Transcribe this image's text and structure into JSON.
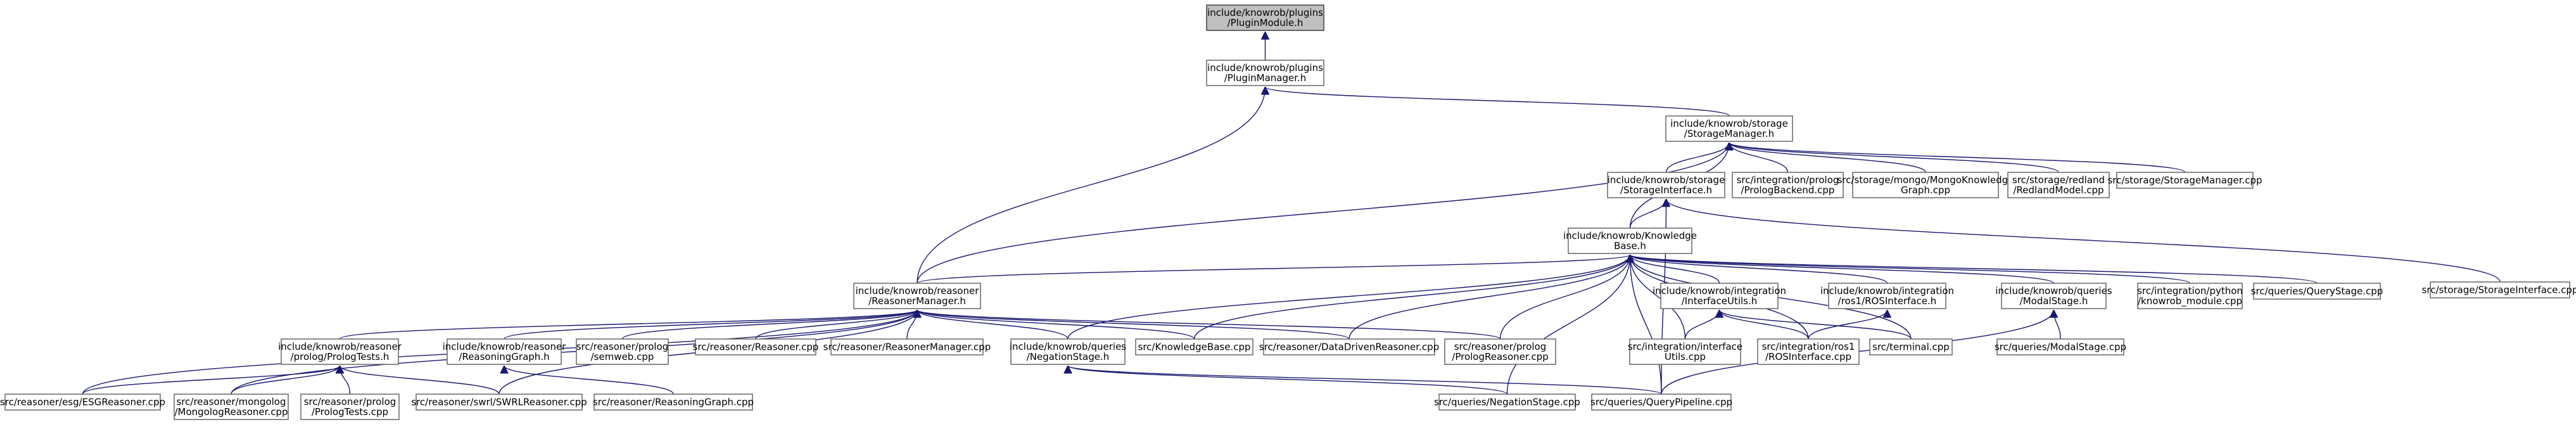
{
  "diagram": {
    "edge_color": "#191970",
    "root_fill": "#bfbfbf",
    "node_fill": "#ffffff",
    "nodes": [
      {
        "id": "pluginmodule",
        "lines": [
          "include/knowrob/plugins",
          "/PluginModule.h"
        ],
        "root": true
      },
      {
        "id": "pluginmanager",
        "lines": [
          "include/knowrob/plugins",
          "/PluginManager.h"
        ]
      },
      {
        "id": "storagemanager_h",
        "lines": [
          "include/knowrob/storage",
          "/StorageManager.h"
        ]
      },
      {
        "id": "storageinterface_h",
        "lines": [
          "include/knowrob/storage",
          "/StorageInterface.h"
        ]
      },
      {
        "id": "prologbackend",
        "lines": [
          "src/integration/prolog",
          "/PrologBackend.cpp"
        ]
      },
      {
        "id": "mongoknowledgegraph",
        "lines": [
          "src/storage/mongo/MongoKnowledge",
          "Graph.cpp"
        ]
      },
      {
        "id": "redlandmodel",
        "lines": [
          "src/storage/redland",
          "/RedlandModel.cpp"
        ]
      },
      {
        "id": "storagemanager_cpp",
        "lines": [
          "src/storage/StorageManager.cpp"
        ]
      },
      {
        "id": "storageinterface_cpp",
        "lines": [
          "src/storage/StorageInterface.cpp"
        ]
      },
      {
        "id": "knowledgebase_h",
        "lines": [
          "include/knowrob/Knowledge",
          "Base.h"
        ]
      },
      {
        "id": "reasonermanager_h",
        "lines": [
          "include/knowrob/reasoner",
          "/ReasonerManager.h"
        ]
      },
      {
        "id": "interfaceutils_h",
        "lines": [
          "include/knowrob/integration",
          "/InterfaceUtils.h"
        ]
      },
      {
        "id": "rosinterface_h",
        "lines": [
          "include/knowrob/integration",
          "/ros1/ROSInterface.h"
        ]
      },
      {
        "id": "modalstage_h",
        "lines": [
          "include/knowrob/queries",
          "/ModalStage.h"
        ]
      },
      {
        "id": "knowrob_module",
        "lines": [
          "src/integration/python",
          "/knowrob_module.cpp"
        ]
      },
      {
        "id": "querystage_cpp",
        "lines": [
          "src/queries/QueryStage.cpp"
        ]
      },
      {
        "id": "prologtests_h",
        "lines": [
          "include/knowrob/reasoner",
          "/prolog/PrologTests.h"
        ]
      },
      {
        "id": "reasoninggraph_h",
        "lines": [
          "include/knowrob/reasoner",
          "/ReasoningGraph.h"
        ]
      },
      {
        "id": "semweb",
        "lines": [
          "src/reasoner/prolog",
          "/semweb.cpp"
        ]
      },
      {
        "id": "reasoner_cpp",
        "lines": [
          "src/reasoner/Reasoner.cpp"
        ]
      },
      {
        "id": "reasonermanager_cpp",
        "lines": [
          "src/reasoner/ReasonerManager.cpp"
        ]
      },
      {
        "id": "negationstage_h",
        "lines": [
          "include/knowrob/queries",
          "/NegationStage.h"
        ]
      },
      {
        "id": "knowledgebase_cpp",
        "lines": [
          "src/KnowledgeBase.cpp"
        ]
      },
      {
        "id": "datadrivenreasoner",
        "lines": [
          "src/reasoner/DataDrivenReasoner.cpp"
        ]
      },
      {
        "id": "prologreasoner",
        "lines": [
          "src/reasoner/prolog",
          "/PrologReasoner.cpp"
        ]
      },
      {
        "id": "interfaceutils_cpp",
        "lines": [
          "src/integration/interface",
          "Utils.cpp"
        ]
      },
      {
        "id": "rosinterface_cpp",
        "lines": [
          "src/integration/ros1",
          "/ROSInterface.cpp"
        ]
      },
      {
        "id": "terminal",
        "lines": [
          "src/terminal.cpp"
        ]
      },
      {
        "id": "modalstage_cpp",
        "lines": [
          "src/queries/ModalStage.cpp"
        ]
      },
      {
        "id": "esgreasoner",
        "lines": [
          "src/reasoner/esg/ESGReasoner.cpp"
        ]
      },
      {
        "id": "mongologreasoner",
        "lines": [
          "src/reasoner/mongolog",
          "/MongologReasoner.cpp"
        ]
      },
      {
        "id": "prologtests_cpp",
        "lines": [
          "src/reasoner/prolog",
          "/PrologTests.cpp"
        ]
      },
      {
        "id": "swrlreasoner",
        "lines": [
          "src/reasoner/swrl/SWRLReasoner.cpp"
        ]
      },
      {
        "id": "reasoninggraph_cpp",
        "lines": [
          "src/reasoner/ReasoningGraph.cpp"
        ]
      },
      {
        "id": "negationstage_cpp",
        "lines": [
          "src/queries/NegationStage.cpp"
        ]
      },
      {
        "id": "querypipeline",
        "lines": [
          "src/queries/QueryPipeline.cpp"
        ]
      }
    ],
    "edges": [
      [
        "pluginmanager",
        "pluginmodule"
      ],
      [
        "storagemanager_h",
        "pluginmanager"
      ],
      [
        "reasonermanager_h",
        "pluginmanager"
      ],
      [
        "storageinterface_h",
        "storagemanager_h"
      ],
      [
        "prologbackend",
        "storagemanager_h"
      ],
      [
        "mongoknowledgegraph",
        "storagemanager_h"
      ],
      [
        "redlandmodel",
        "storagemanager_h"
      ],
      [
        "storagemanager_cpp",
        "storagemanager_h"
      ],
      [
        "knowledgebase_h",
        "storagemanager_h"
      ],
      [
        "reasonermanager_h",
        "storagemanager_h"
      ],
      [
        "knowledgebase_h",
        "storageinterface_h"
      ],
      [
        "storageinterface_cpp",
        "storageinterface_h"
      ],
      [
        "querypipeline",
        "storageinterface_h"
      ],
      [
        "reasonermanager_h",
        "knowledgebase_h"
      ],
      [
        "interfaceutils_h",
        "knowledgebase_h"
      ],
      [
        "rosinterface_h",
        "knowledgebase_h"
      ],
      [
        "modalstage_h",
        "knowledgebase_h"
      ],
      [
        "knowrob_module",
        "knowledgebase_h"
      ],
      [
        "querystage_cpp",
        "knowledgebase_h"
      ],
      [
        "negationstage_h",
        "knowledgebase_h"
      ],
      [
        "knowledgebase_cpp",
        "knowledgebase_h"
      ],
      [
        "datadrivenreasoner",
        "knowledgebase_h"
      ],
      [
        "prologreasoner",
        "knowledgebase_h"
      ],
      [
        "interfaceutils_cpp",
        "knowledgebase_h"
      ],
      [
        "rosinterface_cpp",
        "knowledgebase_h"
      ],
      [
        "terminal",
        "knowledgebase_h"
      ],
      [
        "negationstage_cpp",
        "knowledgebase_h"
      ],
      [
        "querypipeline",
        "knowledgebase_h"
      ],
      [
        "prologtests_h",
        "reasonermanager_h"
      ],
      [
        "reasoninggraph_h",
        "reasonermanager_h"
      ],
      [
        "semweb",
        "reasonermanager_h"
      ],
      [
        "reasoner_cpp",
        "reasonermanager_h"
      ],
      [
        "reasonermanager_cpp",
        "reasonermanager_h"
      ],
      [
        "negationstage_h",
        "reasonermanager_h"
      ],
      [
        "knowledgebase_cpp",
        "reasonermanager_h"
      ],
      [
        "datadrivenreasoner",
        "reasonermanager_h"
      ],
      [
        "prologreasoner",
        "reasonermanager_h"
      ],
      [
        "esgreasoner",
        "reasonermanager_h"
      ],
      [
        "mongologreasoner",
        "reasonermanager_h"
      ],
      [
        "swrlreasoner",
        "reasonermanager_h"
      ],
      [
        "esgreasoner",
        "prologtests_h"
      ],
      [
        "mongologreasoner",
        "prologtests_h"
      ],
      [
        "prologtests_cpp",
        "prologtests_h"
      ],
      [
        "swrlreasoner",
        "prologtests_h"
      ],
      [
        "reasoninggraph_cpp",
        "reasoninggraph_h"
      ],
      [
        "negationstage_cpp",
        "negationstage_h"
      ],
      [
        "querypipeline",
        "negationstage_h"
      ],
      [
        "interfaceutils_cpp",
        "interfaceutils_h"
      ],
      [
        "rosinterface_cpp",
        "interfaceutils_h"
      ],
      [
        "terminal",
        "interfaceutils_h"
      ],
      [
        "rosinterface_cpp",
        "rosinterface_h"
      ],
      [
        "modalstage_cpp",
        "modalstage_h"
      ],
      [
        "querypipeline",
        "modalstage_h"
      ]
    ]
  }
}
